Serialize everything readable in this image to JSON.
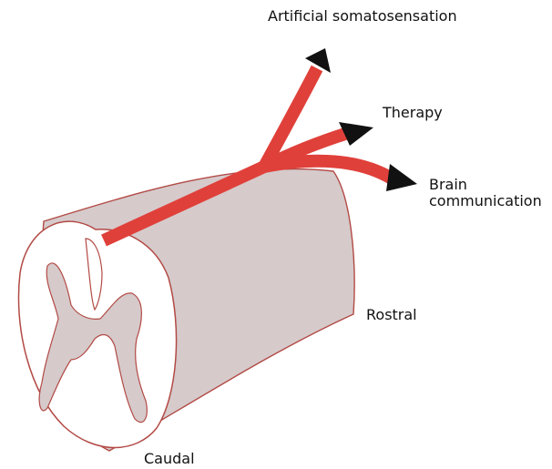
{
  "labels": {
    "artificial": "Artificial somatosensation",
    "therapy": "Therapy",
    "brain_line1": "Brain",
    "brain_line2": "communication",
    "rostral": "Rostral",
    "caudal": "Caudal"
  },
  "colors": {
    "cord_fill": "#d6cacb",
    "outline": "#b24a45",
    "tract_red": "#e0403a",
    "arrow_head": "#111111",
    "text": "#111111"
  }
}
